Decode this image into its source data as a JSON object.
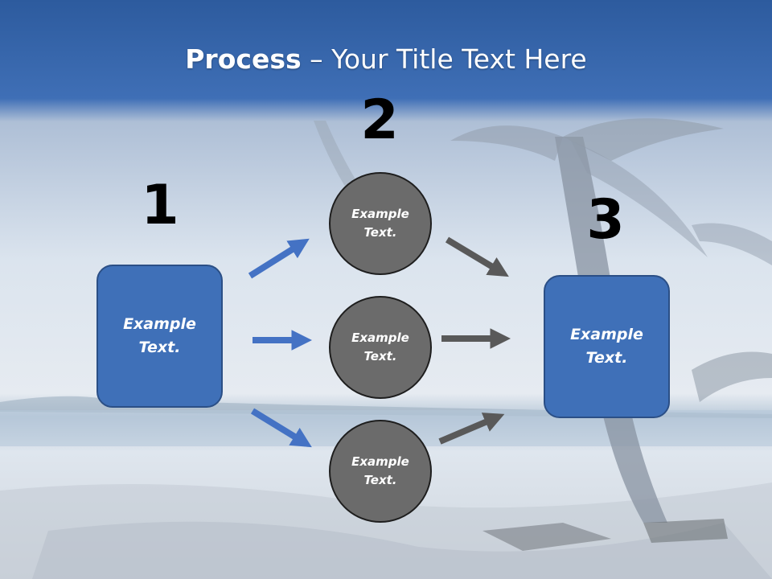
{
  "title": {
    "bold": "Process",
    "rest": " – Your Title Text Here"
  },
  "steps": [
    {
      "number": "1",
      "label": "Example\nText."
    },
    {
      "number": "2",
      "label": ""
    },
    {
      "number": "3",
      "label": "Example\nText."
    }
  ],
  "circles": [
    {
      "label": "Example\nText."
    },
    {
      "label": "Example\nText."
    },
    {
      "label": "Example\nText."
    }
  ],
  "colors": {
    "box_fill": "#3f70b8",
    "box_border": "#2b4f86",
    "circle_fill": "#6b6b6b",
    "blue_arrow": "#4472c4",
    "gray_arrow": "#595959",
    "header_band": "#2f5ea5"
  },
  "background": "beach-with-palm-trees"
}
